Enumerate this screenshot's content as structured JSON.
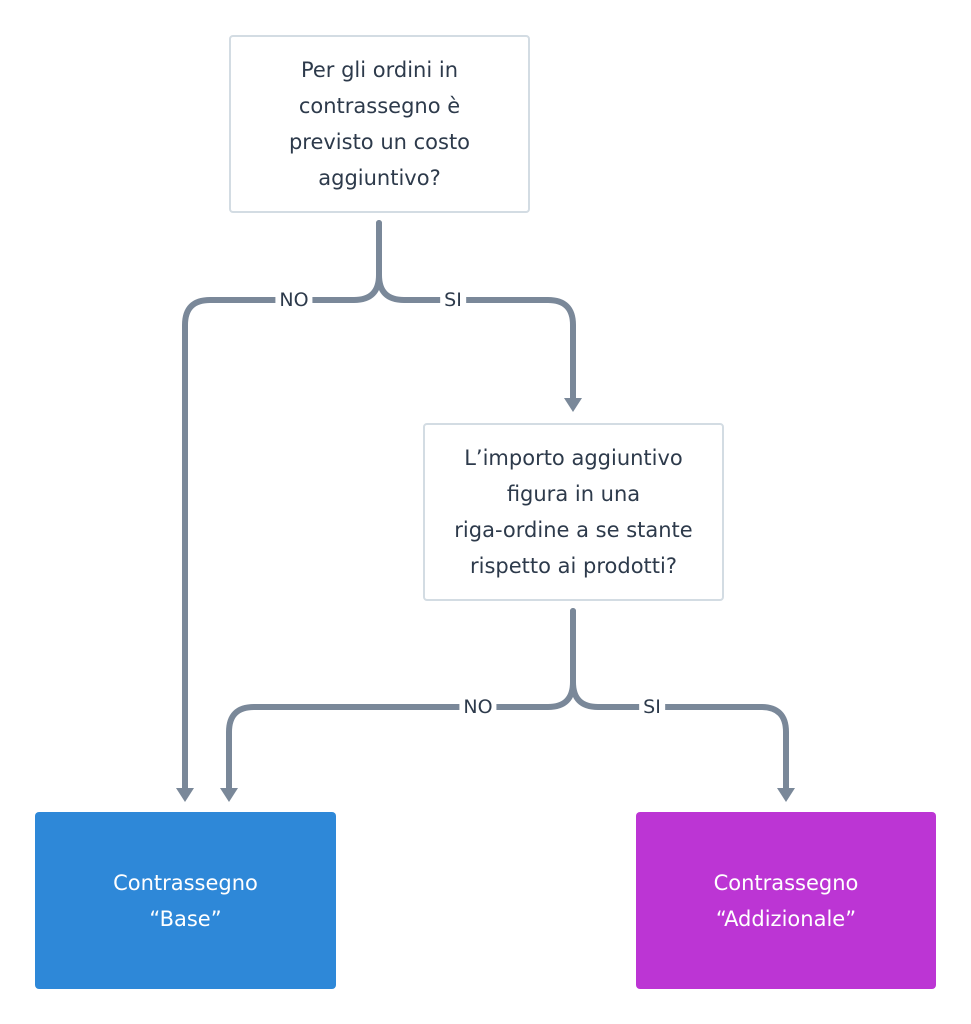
{
  "diagram": {
    "questions": {
      "q1": "Per gli ordini in\ncontrassegno è\nprevisto un costo\naggiuntivo?",
      "q2": "L’importo aggiuntivo\nfigura in una\nriga-ordine a se stante\nrispetto ai prodotti?"
    },
    "outcomes": {
      "base": "Contrassegno\n“Base”",
      "additional": "Contrassegno\n“Addizionale”"
    },
    "edge_labels": {
      "q1_no": "NO",
      "q1_yes": "SI",
      "q2_no": "NO",
      "q2_yes": "SI"
    }
  },
  "colors": {
    "connector": "#7a8899",
    "question_border": "#d3dce3",
    "question_text": "#2d3a4b",
    "base_fill": "#2e88d8",
    "additional_fill": "#bc35d4"
  }
}
